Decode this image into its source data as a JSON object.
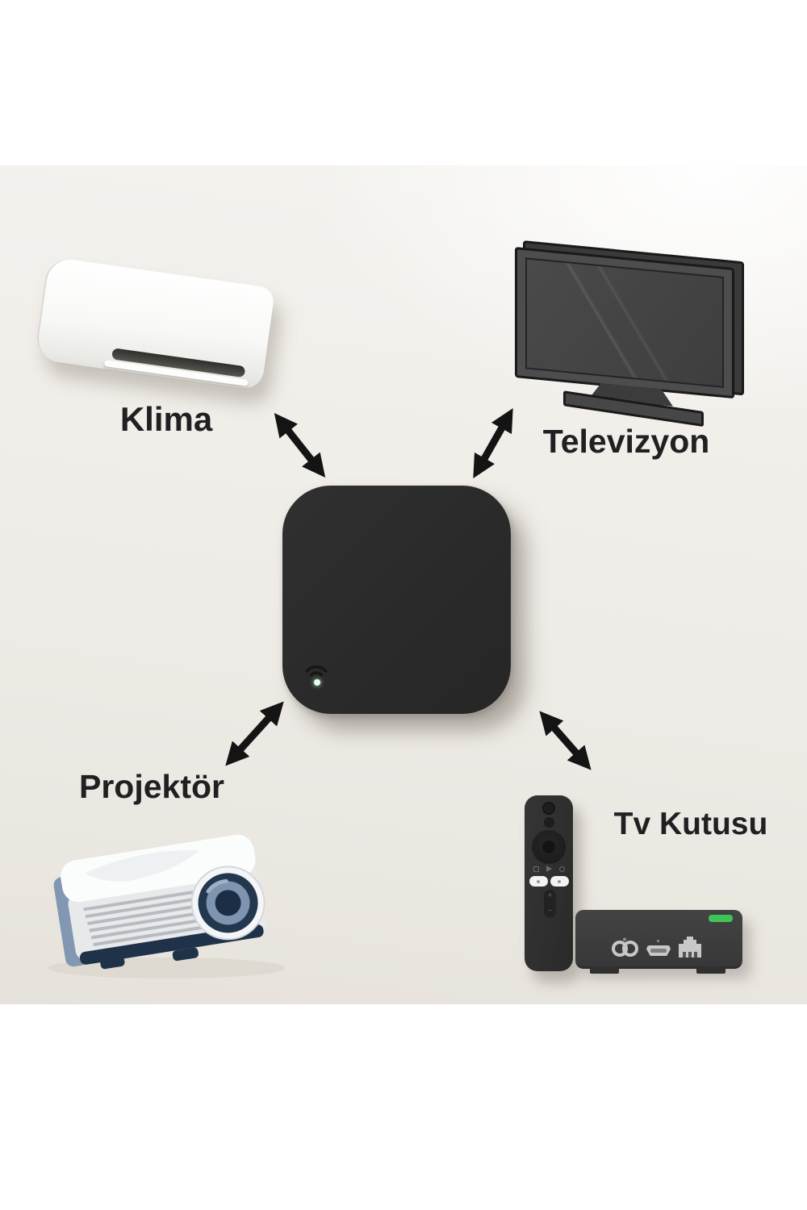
{
  "diagram": {
    "type": "hub-and-spoke-product-infographic",
    "hub": {
      "name": "smart-ir-hub",
      "body_color": "#2b2b2b",
      "wifi_icon": "wifi-icon",
      "status_led_color": "#eafff2"
    },
    "devices": [
      {
        "id": "klima",
        "label": "Klima",
        "position": "top-left",
        "illustration": "air-conditioner"
      },
      {
        "id": "televizyon",
        "label": "Televizyon",
        "position": "top-right",
        "illustration": "television"
      },
      {
        "id": "projektor",
        "label": "Projektör",
        "position": "bottom-left",
        "illustration": "projector"
      },
      {
        "id": "tv-kutusu",
        "label": "Tv Kutusu",
        "position": "bottom-right",
        "illustration": "tv-box-with-remote"
      }
    ],
    "arrows": {
      "style": "double-headed",
      "color": "#141414",
      "count": 4
    },
    "label_color": "#202022",
    "palette": {
      "canvas_background": "#ffffff",
      "photo_background": "#efece7",
      "projector_side": "#8197b2",
      "projector_base": "#20324a",
      "tvbox_led_green": "#3ec457",
      "port_color": "#c8c8c8"
    }
  }
}
